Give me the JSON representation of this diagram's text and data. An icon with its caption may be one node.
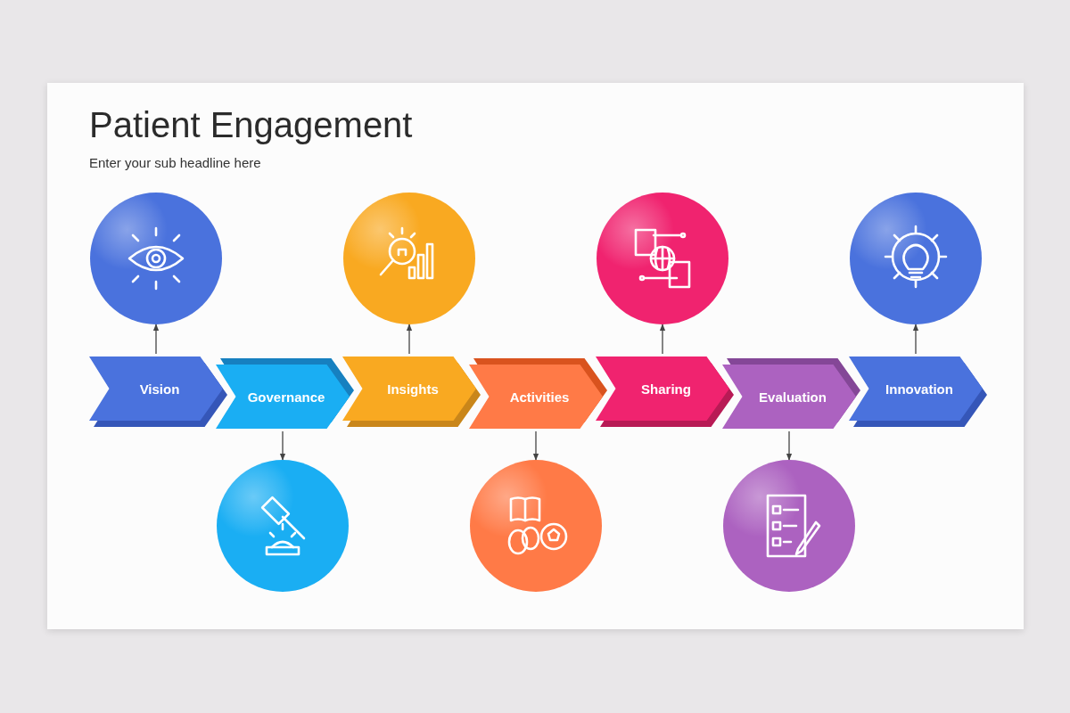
{
  "diagram": {
    "title": "Patient Engagement",
    "nodes": [
      {
        "text": [
          "Vision"
        ]
      },
      {
        "text": [
          "Governance"
        ]
      },
      {
        "text": [
          "Insights"
        ]
      },
      {
        "text": [
          "Activities"
        ]
      },
      {
        "text": [
          "Sharing"
        ]
      },
      {
        "text": [
          "Evaluation"
        ]
      },
      {
        "text": [
          "Innovation"
        ]
      },
      {
        "text": [],
        "shape": "circle"
      },
      {
        "text": [],
        "shape": "circle"
      },
      {
        "text": [],
        "shape": "circle"
      },
      {
        "text": [],
        "shape": "circle"
      },
      {
        "text": [],
        "shape": "circle"
      },
      {
        "text": [],
        "shape": "circle"
      },
      {
        "text": [],
        "shape": "circle"
      }
    ],
    "edges": [
      {
        "from": 0,
        "to": 7,
        "arrow": "to"
      },
      {
        "from": 1,
        "to": 8,
        "arrow": "to"
      },
      {
        "from": 2,
        "to": 9,
        "arrow": "to"
      },
      {
        "from": 3,
        "to": 10,
        "arrow": "to"
      },
      {
        "from": 4,
        "to": 11,
        "arrow": "to"
      },
      {
        "from": 5,
        "to": 12,
        "arrow": "to"
      },
      {
        "from": 6,
        "to": 13,
        "arrow": "to"
      }
    ],
    "labels": [
      "Enter your sub headline here"
    ]
  }
}
